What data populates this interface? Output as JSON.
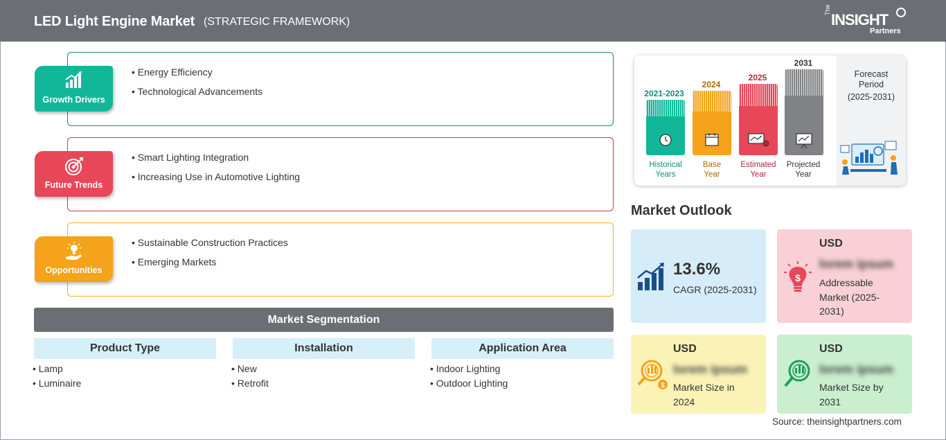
{
  "header": {
    "title": "LED Light Engine Market",
    "subtitle": "(STRATEGIC FRAMEWORK)",
    "logo": {
      "the": "The",
      "insight": "INSIGHT",
      "partners": "Partners"
    }
  },
  "framework": [
    {
      "badge": "Growth Drivers",
      "color": "#12b79a",
      "border": "#1a8a72",
      "icon": "growth-chart-icon",
      "items": [
        "Energy Efficiency",
        "Technological Advancements"
      ]
    },
    {
      "badge": "Future Trends",
      "color": "#e8475a",
      "border": "#c83a4a",
      "icon": "target-icon",
      "items": [
        "Smart Lighting Integration",
        "Increasing Use in Automotive Lighting"
      ]
    },
    {
      "badge": "Opportunities",
      "color": "#f5a31a",
      "border": "#f0b429",
      "icon": "lightbulb-hand-icon",
      "items": [
        "Sustainable Construction Practices",
        "Emerging Markets"
      ]
    }
  ],
  "segmentation": {
    "title": "Market Segmentation",
    "columns": [
      {
        "header": "Product Type",
        "items": [
          "Lamp",
          "Luminaire"
        ]
      },
      {
        "header": "Installation",
        "items": [
          "New",
          "Retrofit"
        ]
      },
      {
        "header": "Application Area",
        "items": [
          "Indoor Lighting",
          "Outdoor Lighting"
        ]
      }
    ]
  },
  "timeline": {
    "periods": [
      {
        "year": "2021-2023",
        "caption": [
          "Historical",
          "Years"
        ],
        "color": "#12b79a",
        "text_color": "#0f8f78",
        "icon": "history-clock-icon"
      },
      {
        "year": "2024",
        "caption": [
          "Base",
          "Year"
        ],
        "color": "#f5a31a",
        "text_color": "#a86b00",
        "icon": "calendar-icon"
      },
      {
        "year": "2025",
        "caption": [
          "Estimated",
          "Year"
        ],
        "color": "#e8475a",
        "text_color": "#b3263a",
        "icon": "estimate-chart-icon"
      },
      {
        "year": "2031",
        "caption": [
          "Projected",
          "Year"
        ],
        "color": "#808285",
        "text_color": "#333333",
        "icon": "presentation-board-icon"
      }
    ],
    "forecast_label": [
      "Forecast",
      "Period"
    ],
    "forecast_period": "(2025-2031)"
  },
  "outlook": {
    "title": "Market Outlook",
    "cards": [
      {
        "id": "cagr",
        "value": "13.6%",
        "desc": [
          "CAGR (2025-2031)"
        ],
        "bg": "#d6ecf8",
        "icon": "bar-growth-icon"
      },
      {
        "id": "addressable",
        "usd": "USD",
        "hidden": "lorem ipsum",
        "desc": [
          "Addressable",
          "Market (2025-",
          "2031)"
        ],
        "bg": "#f8d0d6",
        "icon": "dollar-bulb-icon"
      },
      {
        "id": "size2024",
        "usd": "USD",
        "hidden": "lorem ipsum",
        "desc": [
          "Market Size in",
          "2024"
        ],
        "bg": "#fbf3b6",
        "icon": "magnifier-dollar-icon"
      },
      {
        "id": "size2031",
        "usd": "USD",
        "hidden": "lorem ipsum",
        "desc": [
          "Market Size by",
          "2031"
        ],
        "bg": "#c9efcf",
        "icon": "magnifier-chart-icon"
      }
    ]
  },
  "source": "Source: theinsightpartners.com"
}
